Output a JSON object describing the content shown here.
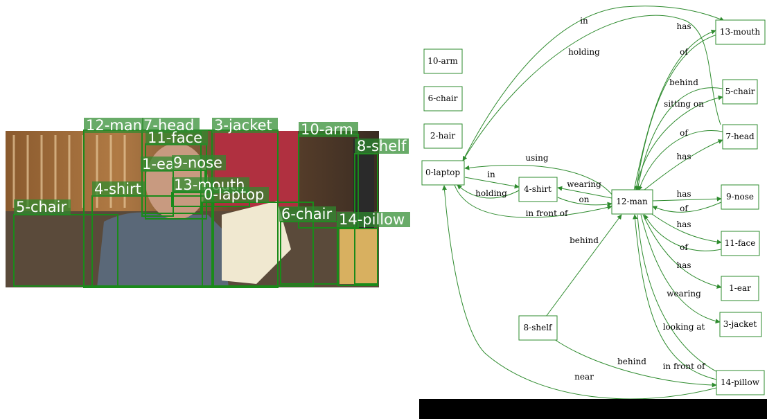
{
  "colors": {
    "accent": "#2e8b2e",
    "box": "#1a8a1a",
    "bar": "#000000"
  },
  "image_boxes": [
    {
      "id": "bx-12-man",
      "label": "12-man"
    },
    {
      "id": "bx-7-head",
      "label": "7-head"
    },
    {
      "id": "bx-3-jacket",
      "label": "3-jacket"
    },
    {
      "id": "bx-10-arm",
      "label": "10-arm"
    },
    {
      "id": "bx-11-face",
      "label": "11-face"
    },
    {
      "id": "bx-8-shelf",
      "label": "8-shelf"
    },
    {
      "id": "bx-1-ear",
      "label": "1-ea"
    },
    {
      "id": "bx-9-nose",
      "label": "9-nose"
    },
    {
      "id": "bx-4-shirt",
      "label": "4-shirt"
    },
    {
      "id": "bx-13-mouth",
      "label": "13-mouth"
    },
    {
      "id": "bx-0-laptop",
      "label": "0-laptop"
    },
    {
      "id": "bx-5-chair",
      "label": "5-chair"
    },
    {
      "id": "bx-6-chair",
      "label": "6-chair"
    },
    {
      "id": "bx-14-pillow",
      "label": "14-pillow"
    }
  ],
  "graph": {
    "nodes": [
      {
        "id": "n10arm",
        "label": "10-arm"
      },
      {
        "id": "n6chair",
        "label": "6-chair"
      },
      {
        "id": "n2hair",
        "label": "2-hair"
      },
      {
        "id": "n0laptop",
        "label": "0-laptop"
      },
      {
        "id": "n4shirt",
        "label": "4-shirt"
      },
      {
        "id": "n12man",
        "label": "12-man"
      },
      {
        "id": "n8shelf",
        "label": "8-shelf"
      },
      {
        "id": "n13mouth",
        "label": "13-mouth"
      },
      {
        "id": "n5chair",
        "label": "5-chair"
      },
      {
        "id": "n7head",
        "label": "7-head"
      },
      {
        "id": "n9nose",
        "label": "9-nose"
      },
      {
        "id": "n11face",
        "label": "11-face"
      },
      {
        "id": "n1ear",
        "label": "1-ear"
      },
      {
        "id": "n3jacket",
        "label": "3-jacket"
      },
      {
        "id": "n14pillow",
        "label": "14-pillow"
      }
    ],
    "edges": [
      {
        "id": "e-in-mouth",
        "label": "in"
      },
      {
        "id": "e-has-mouth",
        "label": "has"
      },
      {
        "id": "e-holding-top",
        "label": "holding"
      },
      {
        "id": "e-of-mouth",
        "label": "of"
      },
      {
        "id": "e-behind-chair",
        "label": "behind"
      },
      {
        "id": "e-sitting-on",
        "label": "sitting on"
      },
      {
        "id": "e-of-head",
        "label": "of"
      },
      {
        "id": "e-has-head",
        "label": "has"
      },
      {
        "id": "e-using",
        "label": "using"
      },
      {
        "id": "e-in-shirt",
        "label": "in"
      },
      {
        "id": "e-wearing-shirt",
        "label": "wearing"
      },
      {
        "id": "e-holding-mid",
        "label": "holding"
      },
      {
        "id": "e-on",
        "label": "on"
      },
      {
        "id": "e-in-front-of",
        "label": "in front of"
      },
      {
        "id": "e-has-nose",
        "label": "has"
      },
      {
        "id": "e-of-nose",
        "label": "of"
      },
      {
        "id": "e-has-face",
        "label": "has"
      },
      {
        "id": "e-of-face",
        "label": "of"
      },
      {
        "id": "e-has-ear",
        "label": "has"
      },
      {
        "id": "e-behind-shelf",
        "label": "behind"
      },
      {
        "id": "e-wearing-jacket",
        "label": "wearing"
      },
      {
        "id": "e-looking-at",
        "label": "looking at"
      },
      {
        "id": "e-behind-pillow",
        "label": "behind"
      },
      {
        "id": "e-in-front-of-pillow",
        "label": "in front of"
      },
      {
        "id": "e-near",
        "label": "near"
      }
    ]
  }
}
